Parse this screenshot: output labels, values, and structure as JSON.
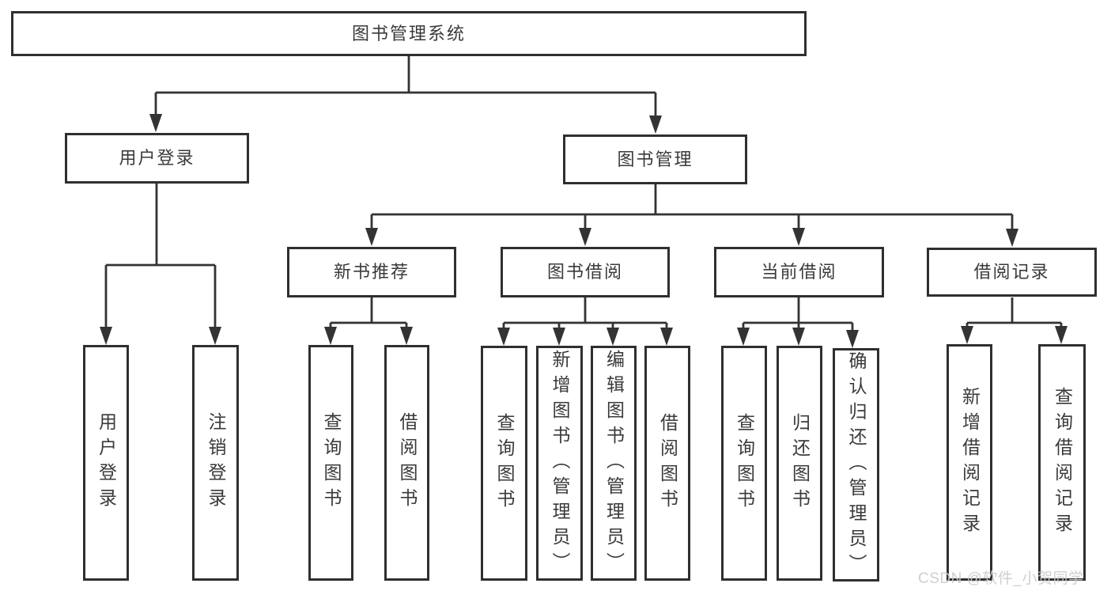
{
  "tree": {
    "label": "图书管理系统",
    "children": [
      {
        "label": "用户登录",
        "children": [
          {
            "label": "用户登录"
          },
          {
            "label": "注销登录"
          }
        ]
      },
      {
        "label": "图书管理",
        "children": [
          {
            "label": "新书推荐",
            "children": [
              {
                "label": "查询图书"
              },
              {
                "label": "借阅图书"
              }
            ]
          },
          {
            "label": "图书借阅",
            "children": [
              {
                "label": "查询图书"
              },
              {
                "label": "新增图书（管理员）"
              },
              {
                "label": "编辑图书（管理员）"
              },
              {
                "label": "借阅图书"
              }
            ]
          },
          {
            "label": "当前借阅",
            "children": [
              {
                "label": "查询图书"
              },
              {
                "label": "归还图书"
              },
              {
                "label": "确认归还（管理员）"
              }
            ]
          },
          {
            "label": "借阅记录",
            "children": [
              {
                "label": "新增借阅记录"
              },
              {
                "label": "查询借阅记录"
              }
            ]
          }
        ]
      }
    ]
  },
  "watermark": "CSDN @软件_小贺同学",
  "colors": {
    "line": "#333333",
    "box_border": "#2f2f2f",
    "text": "#3a3a3a",
    "watermark": "#cbcbcb",
    "background": "#ffffff"
  }
}
